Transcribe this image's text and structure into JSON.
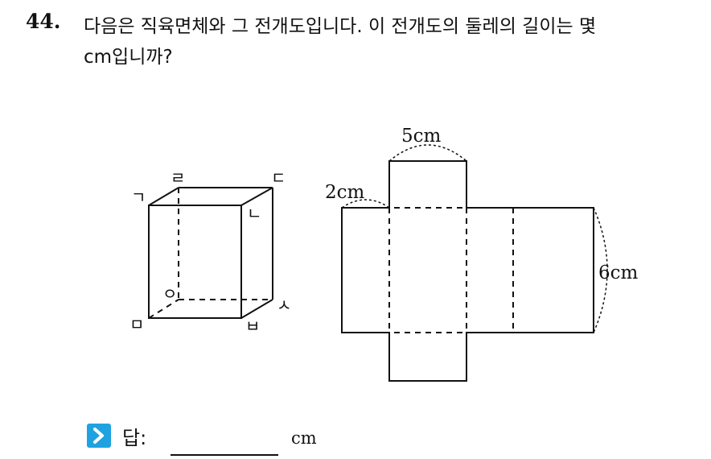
{
  "question": {
    "number": "44.",
    "line1": "다음은 직육면체와 그 전개도입니다. 이 전개도의 둘레의 길이는 몇",
    "line2": "cm입니까?"
  },
  "cube_labels": {
    "top_back_left": "ㄹ",
    "top_back_right": "ㄷ",
    "top_front_left": "ㄱ",
    "top_front_right": "ㄴ",
    "bottom_back_left": "ㅇ",
    "bottom_back_right": "ㅅ",
    "bottom_front_left": "ㅁ",
    "bottom_front_right": "ㅂ"
  },
  "net_dimensions": {
    "top": "5cm",
    "left": "2cm",
    "right": "6cm"
  },
  "answer": {
    "label": "답:",
    "unit": "cm",
    "icon": "chevron-right-icon",
    "icon_color": "#1fa3e0"
  }
}
